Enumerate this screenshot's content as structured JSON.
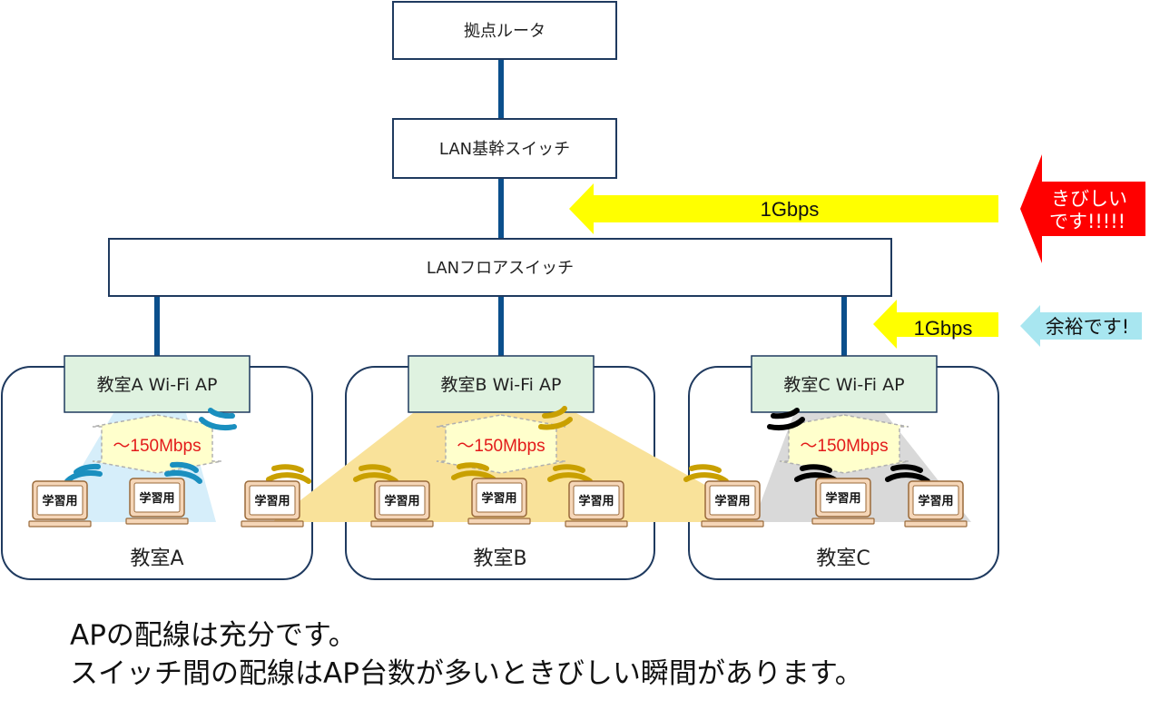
{
  "nodes": {
    "router": "拠点ルータ",
    "core_switch": "LAN基幹スイッチ",
    "floor_switch": "LANフロアスイッチ"
  },
  "access_points": {
    "a": "教室A Wi-Fi AP",
    "b": "教室B Wi-Fi AP",
    "c": "教室C Wi-Fi AP"
  },
  "rooms": {
    "a": "教室A",
    "b": "教室B",
    "c": "教室C"
  },
  "speeds": {
    "ap": "～150Mbps"
  },
  "links": {
    "core_uplink": "1Gbps",
    "floor_uplink": "1Gbps"
  },
  "status": {
    "core_line1": "きびしい",
    "core_line2": "です!!!!!",
    "floor": "余裕です!"
  },
  "device_label": "学習用",
  "caption": {
    "line1": "APの配線は充分です。",
    "line2": "スイッチ間の配線はAP台数が多いときびしい瞬間があります。"
  },
  "colors": {
    "link_line": "#0b4f8c",
    "room_border": "#1f3a5f",
    "ap_fill": "#dff2e0",
    "speed_fill": "#ffffcc",
    "arrow_yellow": "#ffff00",
    "warn_red": "#ff0000",
    "ok_cyan": "#a8e6f0",
    "coverage_a": "#d6eefa",
    "coverage_b": "#f9e29a",
    "coverage_c": "#d9d9d9",
    "signal_a": "#1a8fbf",
    "signal_b": "#c9a000",
    "signal_c": "#000000",
    "speed_text": "#e31a1a"
  }
}
